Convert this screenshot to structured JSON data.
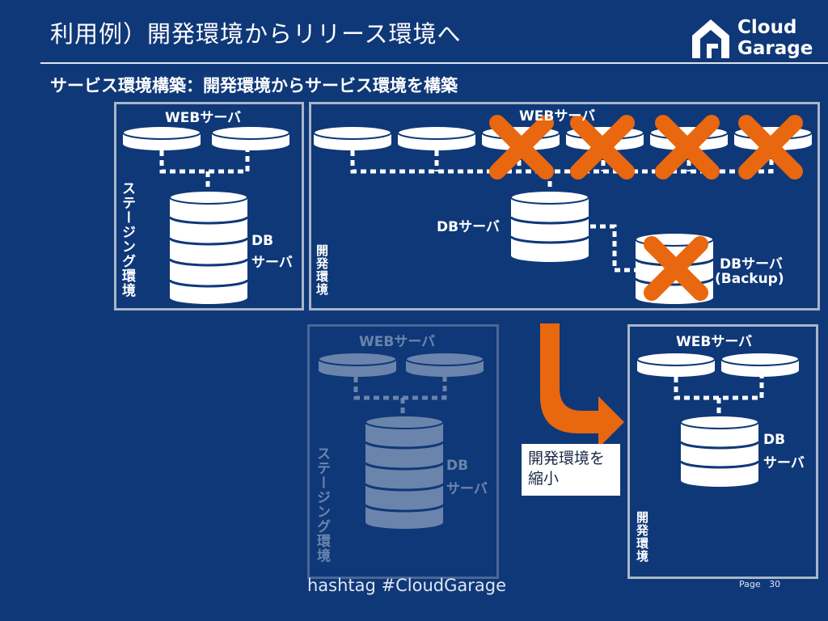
{
  "header": {
    "title": "利用例）開発環境からリリース環境へ",
    "subtitle": "サービス環境構築：開発環境からサービス環境を構築"
  },
  "logo": {
    "line1": "Cloud",
    "line2": "Garage"
  },
  "panels": {
    "staging_top": {
      "web_label": "WEBサーバ",
      "db_label_line1": "DB",
      "db_label_line2": "サーバ",
      "vertical_label": "ステージング環境"
    },
    "dev_top": {
      "web_label": "WEBサーバ",
      "db_label": "DBサーバ",
      "backup_label_line1": "DBサーバ",
      "backup_label_line2": "(Backup)",
      "vertical_label": "開発環境"
    },
    "staging_bottom": {
      "web_label": "WEBサーバ",
      "db_label_line1": "DB",
      "db_label_line2": "サーバ",
      "vertical_label": "ステージング環境"
    },
    "dev_bottom": {
      "web_label": "WEBサーバ",
      "db_label_line1": "DB",
      "db_label_line2": "サーバ",
      "vertical_label": "開発環境"
    }
  },
  "callout": {
    "line1": "開発環境を",
    "line2": "縮小"
  },
  "footer": {
    "hashtag": "hashtag  #CloudGarage",
    "page_label": "Page",
    "page_number": "30"
  },
  "colors": {
    "background": "#0f3878",
    "server_fill": "#ffffff",
    "connector": "#ffffff",
    "cross_mark": "#e8670f",
    "arrow": "#e8670f",
    "panel_border": "#a9b6c8"
  },
  "icons": [
    "cloud-garage-logo-icon",
    "server-disk-icon",
    "database-stack-icon",
    "cross-mark-icon",
    "curved-arrow-icon"
  ]
}
